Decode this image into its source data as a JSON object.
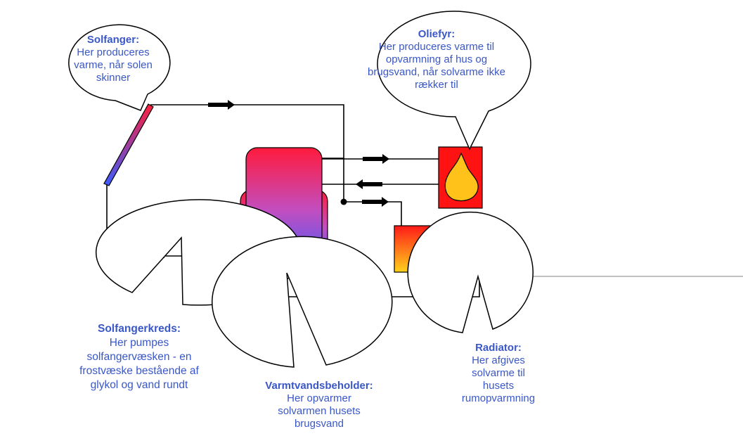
{
  "colors": {
    "text": "#3a57c8",
    "line": "#000000",
    "hot": "#ff1e3c",
    "cold": "#3c5cff",
    "radiator_top": "#ff1a1a",
    "radiator_bottom": "#ffd21a",
    "boiler_box": "#ff1212",
    "flame": "#ffc21a"
  },
  "callouts": {
    "solfanger": {
      "title": "Solfanger:",
      "lines": [
        "Her produceres",
        "varme, når solen",
        "skinner"
      ]
    },
    "oliefyr": {
      "title": "Oliefyr:",
      "lines": [
        "Her produceres varme til",
        "opvarmning af hus og",
        "brugsvand, når solvarme ikke",
        "rækker til"
      ]
    },
    "solfangerkreds": {
      "title": "Solfangerkreds:",
      "lines": [
        "Her pumpes",
        "solfangervæsken - en",
        "frostvæske bestående af",
        "glykol og vand rundt"
      ]
    },
    "varmtvandsbeholder": {
      "title": "Varmtvandsbeholder:",
      "lines": [
        "Her opvarmer",
        "solvarmen husets",
        "brugsvand"
      ]
    },
    "radiator": {
      "title": "Radiator:",
      "lines": [
        "Her afgives",
        "solvarme til",
        "husets",
        "rumopvarmning"
      ]
    }
  }
}
